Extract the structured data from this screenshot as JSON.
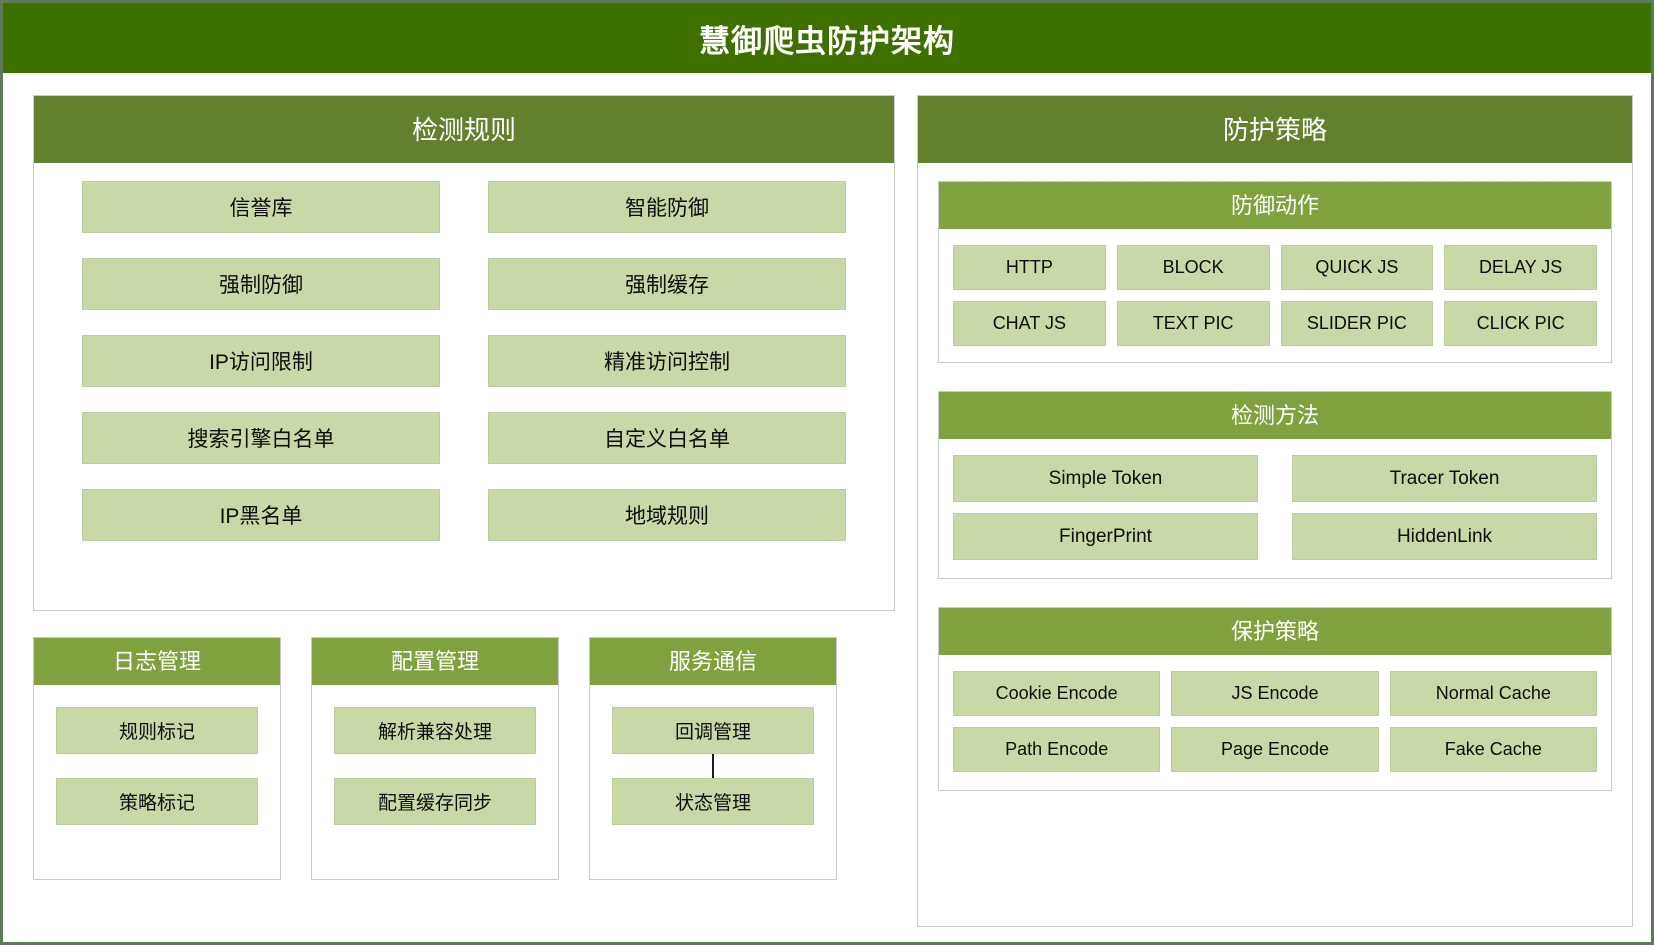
{
  "title": "慧御爬虫防护架构",
  "colors": {
    "header_dark": "#3e7000",
    "panel_head": "#63802f",
    "panel_head_bright": "#7fa23f",
    "leaf_box": "#c8d8a6",
    "page_border": "#5f7a5a"
  },
  "left": {
    "rules": {
      "title": "检测规则",
      "items_left": [
        "信誉库",
        "强制防御",
        "IP访问限制",
        "搜索引擎白名单",
        "IP黑名单"
      ],
      "items_right": [
        "智能防御",
        "强制缓存",
        "精准访问控制",
        "自定义白名单",
        "地域规则"
      ]
    },
    "mini_panels": [
      {
        "title": "日志管理",
        "items": [
          "规则标记",
          "策略标记"
        ],
        "connector": false
      },
      {
        "title": "配置管理",
        "items": [
          "解析兼容处理",
          "配置缓存同步"
        ],
        "connector": false
      },
      {
        "title": "服务通信",
        "items": [
          "回调管理",
          "状态管理"
        ],
        "connector": true
      }
    ]
  },
  "right": {
    "title": "防护策略",
    "sections": [
      {
        "title": "防御动作",
        "items": [
          "HTTP",
          "BLOCK",
          "QUICK JS",
          "DELAY JS",
          "CHAT JS",
          "TEXT PIC",
          "SLIDER PIC",
          "CLICK PIC"
        ]
      },
      {
        "title": "检测方法",
        "items": [
          "Simple Token",
          "Tracer Token",
          "FingerPrint",
          "HiddenLink"
        ]
      },
      {
        "title": "保护策略",
        "items": [
          "Cookie Encode",
          "JS Encode",
          "Normal Cache",
          "Path Encode",
          "Page Encode",
          "Fake Cache"
        ]
      }
    ]
  }
}
